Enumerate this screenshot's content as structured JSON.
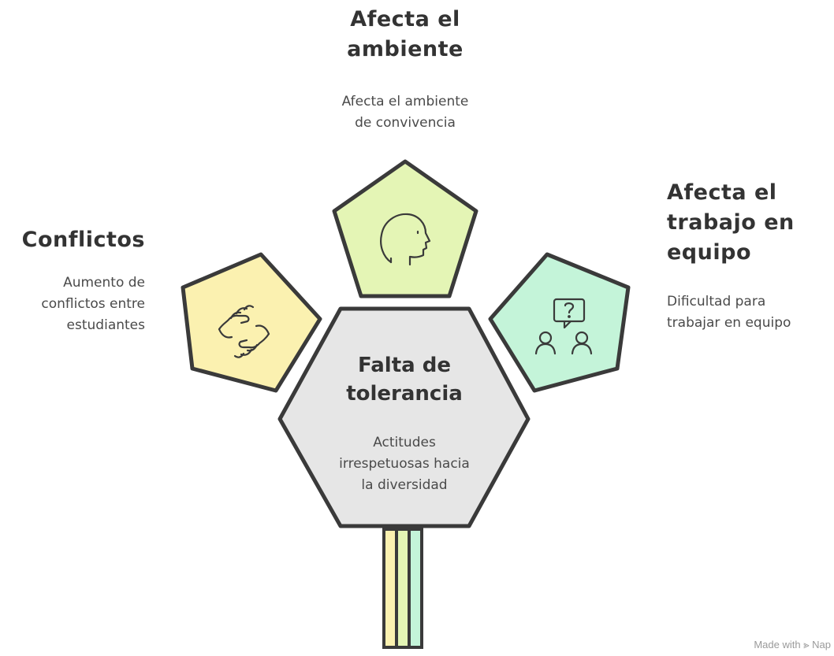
{
  "center": {
    "title_line1": "Falta de",
    "title_line2": "tolerancia",
    "desc_line1": "Actitudes",
    "desc_line2": "irrespetuosas hacia",
    "desc_line3": "la diversidad",
    "color": "#e6e6e6"
  },
  "top": {
    "title_line1": "Afecta el",
    "title_line2": "ambiente",
    "desc_line1": "Afecta el ambiente",
    "desc_line2": "de convivencia",
    "icon": "head-profile-icon",
    "color": "#e4f5b5"
  },
  "left": {
    "title": "Conflictos",
    "desc_line1": "Aumento de",
    "desc_line2": "conflictos entre",
    "desc_line3": "estudiantes",
    "icon": "fist-bump-icon",
    "color": "#fbf1b0"
  },
  "right": {
    "title_line1": "Afecta el",
    "title_line2": "trabajo en",
    "title_line3": "equipo",
    "desc_line1": "Dificultad para",
    "desc_line2": "trabajar en equipo",
    "icon": "team-question-icon",
    "color": "#c4f4d9"
  },
  "stem_colors": [
    "#fbf1b0",
    "#e4f5b5",
    "#c4f4d9"
  ],
  "outline_color": "#3a3a3a",
  "watermark": "Made with ⪢ Nap"
}
